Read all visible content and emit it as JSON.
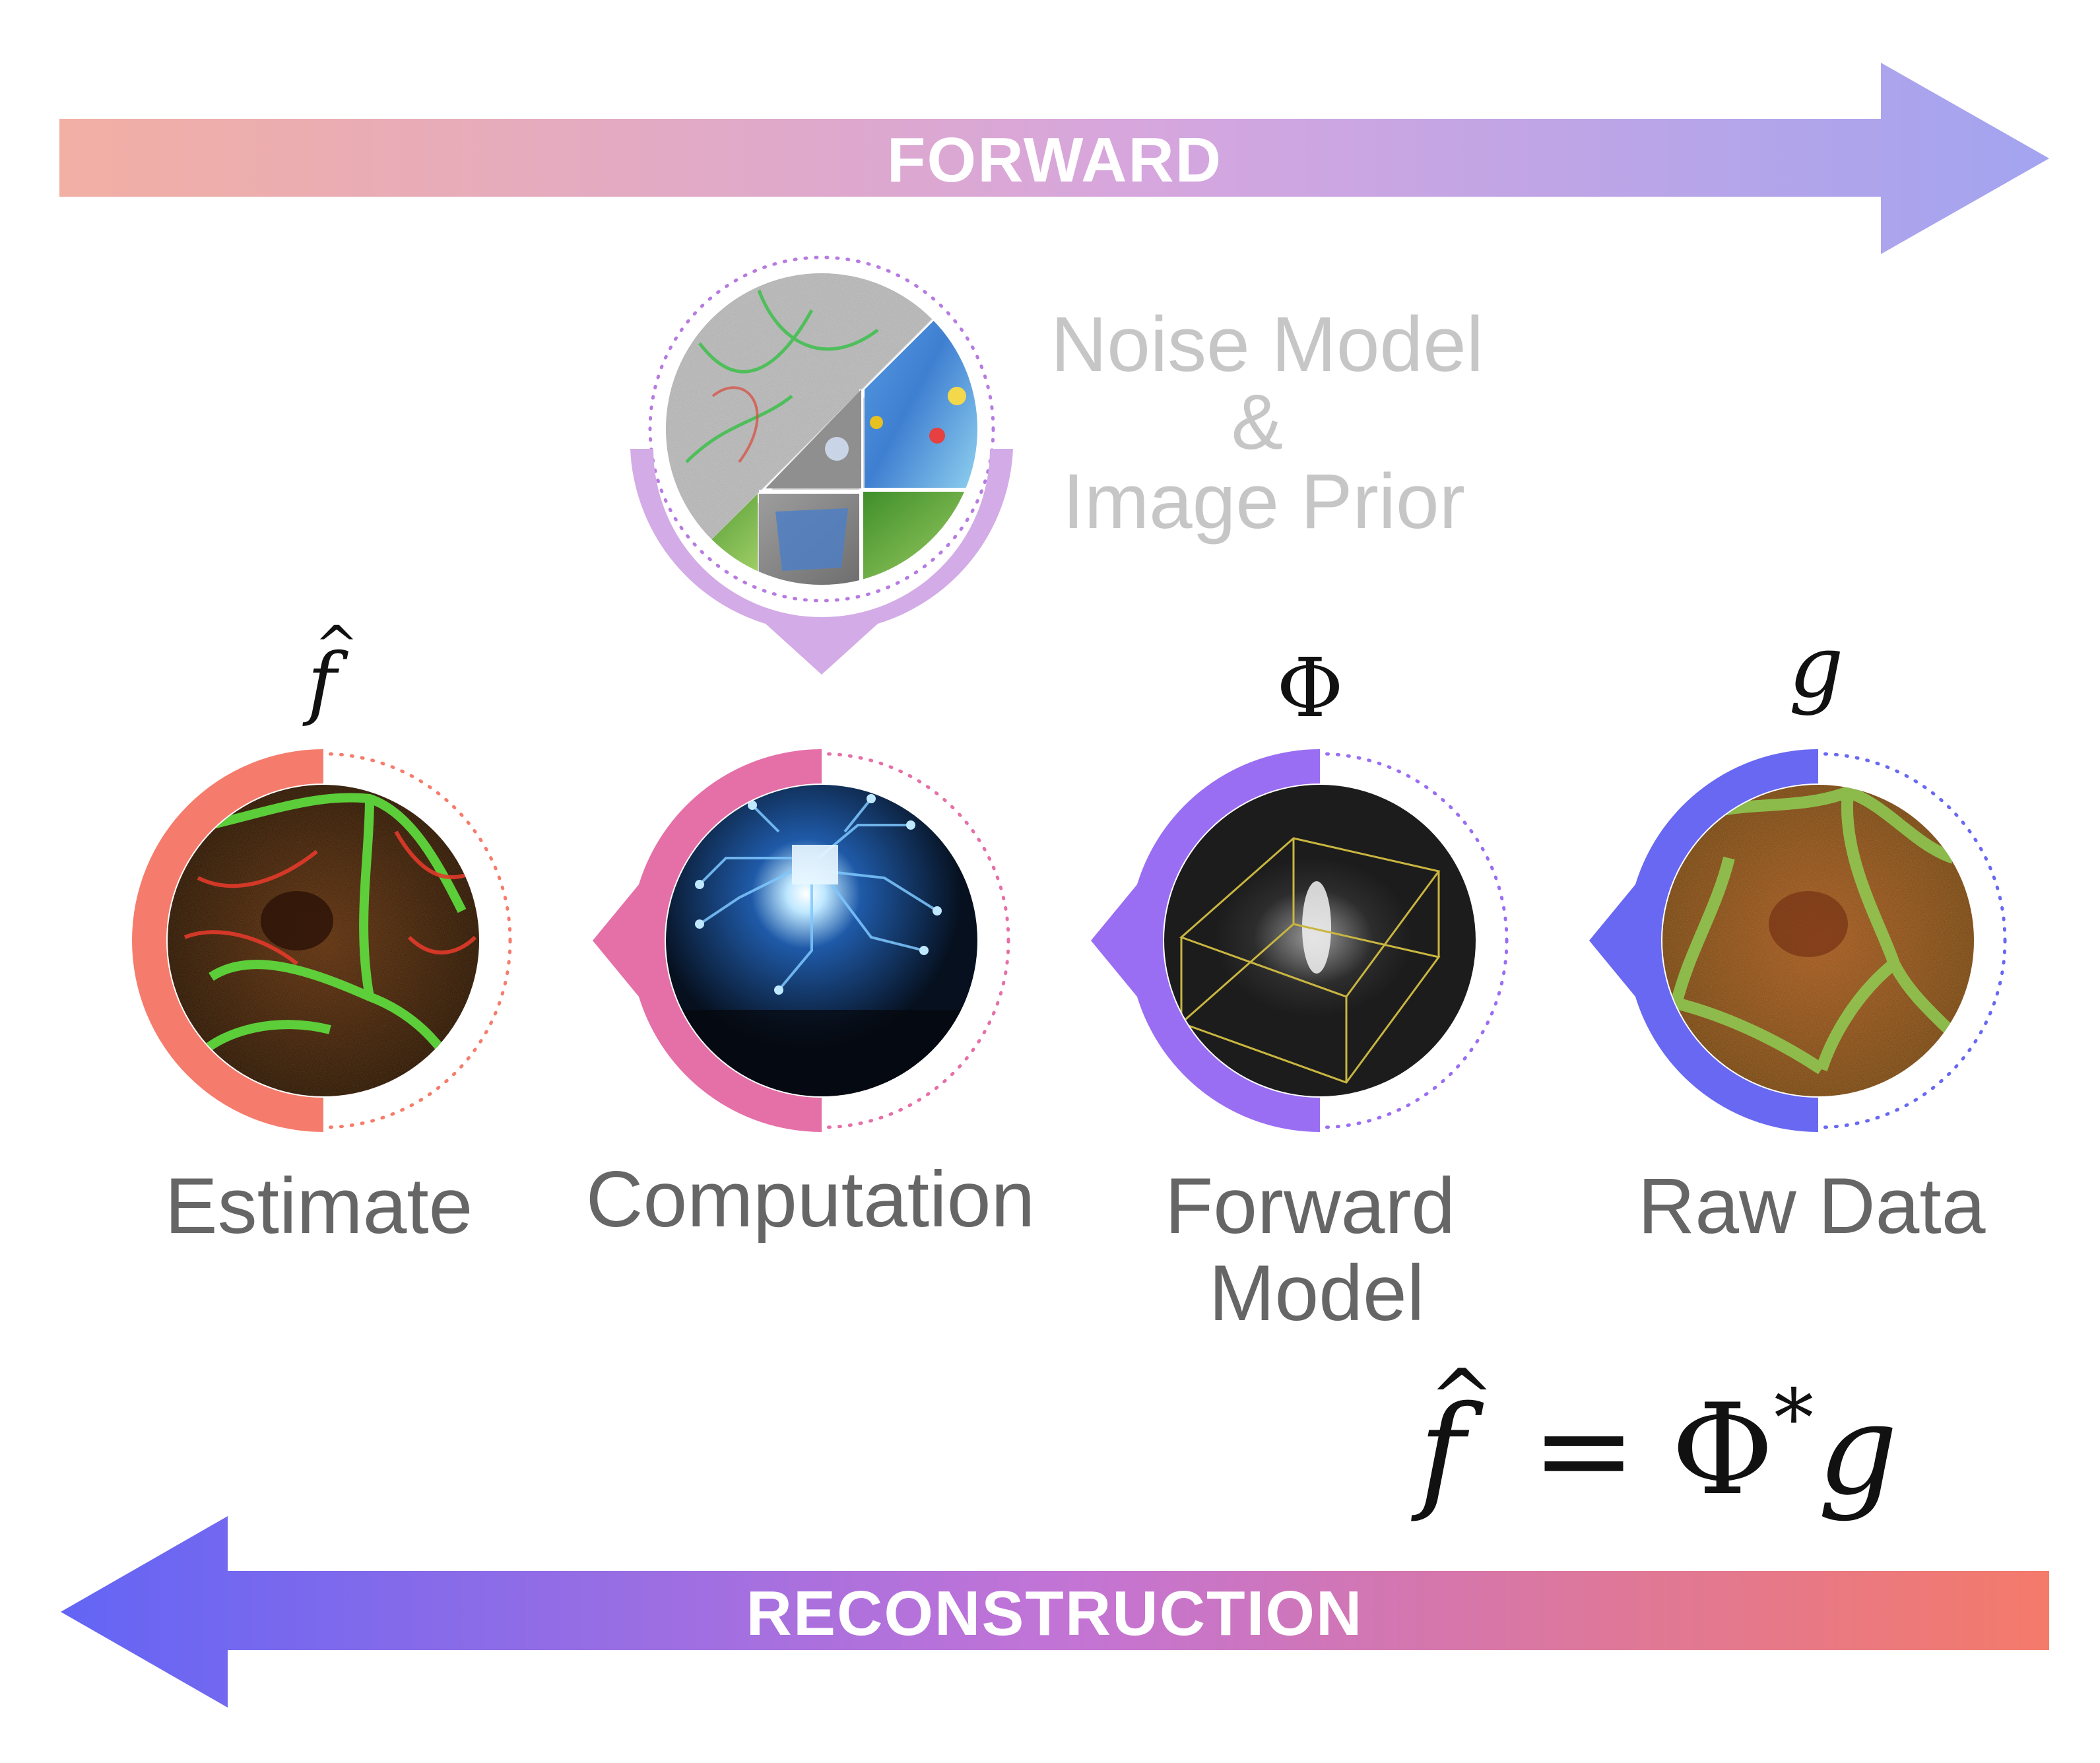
{
  "banners": {
    "forward": {
      "label": "FORWARD",
      "color_start": "#F2AFA4",
      "color_mid": "#D6A6DE",
      "color_end": "#A3A4F0"
    },
    "reconstruction": {
      "label": "RECONSTRUCTION",
      "color_start": "#6365F5",
      "color_mid": "#C274D6",
      "color_end": "#F47A6A"
    }
  },
  "noise_prior": {
    "lines": [
      "Noise Model",
      "&",
      "Image Prior"
    ],
    "ring_color": "#D3ABE6",
    "panels": [
      "noisy-cell-image",
      "heatmap-image",
      "rendered-volume-image",
      "green-surface-image",
      "3d-mesh-image"
    ]
  },
  "stages": [
    {
      "id": "estimate",
      "label": "Estimate",
      "symbol": "f",
      "symbol_hat": "^",
      "ring_color": "#F57C6C",
      "icon": "cell-microscopy-image"
    },
    {
      "id": "computation",
      "label": "Computation",
      "symbol": "",
      "ring_color": "#E570A7",
      "icon": "circuit-brain-image"
    },
    {
      "id": "forward-model",
      "label": "Forward Model",
      "label_lines": [
        "Forward",
        "Model"
      ],
      "symbol": "Φ",
      "ring_color": "#9A6EF2",
      "icon": "point-spread-function-image"
    },
    {
      "id": "raw-data",
      "label": "Raw Data",
      "symbol": "g",
      "ring_color": "#6868F2",
      "icon": "noisy-cell-image"
    }
  ],
  "equation": {
    "lhs": "f",
    "lhs_hat": "^",
    "equals": "=",
    "operator": "Φ",
    "star": "*",
    "rhs": "g"
  }
}
